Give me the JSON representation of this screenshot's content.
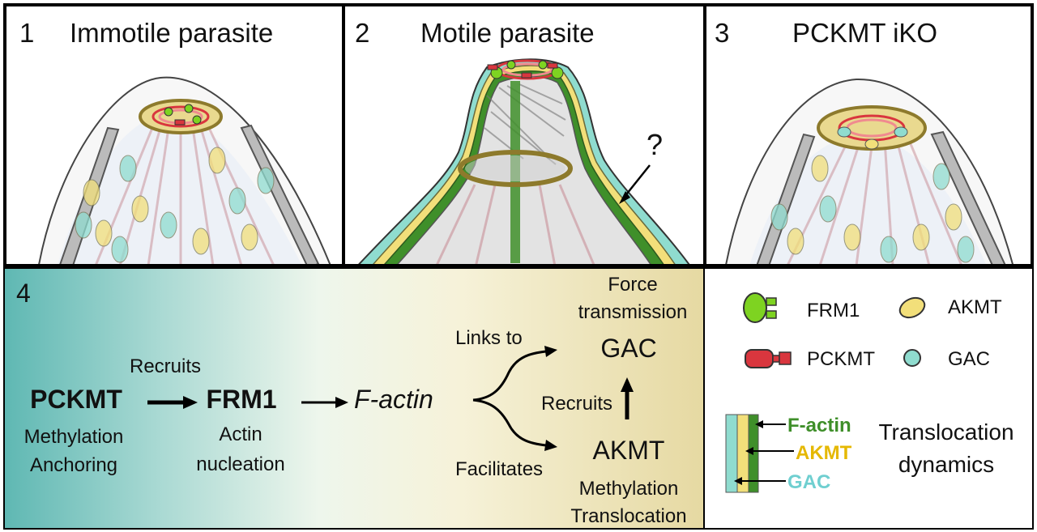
{
  "panels": {
    "p1": {
      "number": "1",
      "title": "Immotile parasite"
    },
    "p2": {
      "number": "2",
      "title": "Motile parasite",
      "question_mark": "?"
    },
    "p3": {
      "number": "3",
      "title": "PCKMT iKO"
    },
    "p4": {
      "number": "4"
    }
  },
  "pathway": {
    "pckmt": "PCKMT",
    "pckmt_role_1": "Methylation",
    "pckmt_role_2": "Anchoring",
    "recruits_1": "Recruits",
    "frm1": "FRM1",
    "frm1_role_1": "Actin",
    "frm1_role_2": "nucleation",
    "factin": "F-actin",
    "links_to": "Links to",
    "facilitates": "Facilitates",
    "force_1": "Force",
    "force_2": "transmission",
    "gac": "GAC",
    "recruits_2": "Recruits",
    "akmt": "AKMT",
    "akmt_role_1": "Methylation",
    "akmt_role_2": "Translocation"
  },
  "legend": {
    "frm1": "FRM1",
    "akmt": "AKMT",
    "pckmt": "PCKMT",
    "gac": "GAC",
    "layer_factin": "F-actin",
    "layer_akmt": "AKMT",
    "layer_gac": "GAC",
    "translocation_1": "Translocation",
    "translocation_2": "dynamics"
  },
  "colors": {
    "frm1_green": "#7ed321",
    "pckmt_red": "#d9363e",
    "akmt_yellow": "#f2df7a",
    "gac_cyan": "#8fdccf",
    "factin_green": "#3f8f2a",
    "teal_gradient_start": "#5fb8b3",
    "tan_gradient_end": "#e6d9a2"
  }
}
